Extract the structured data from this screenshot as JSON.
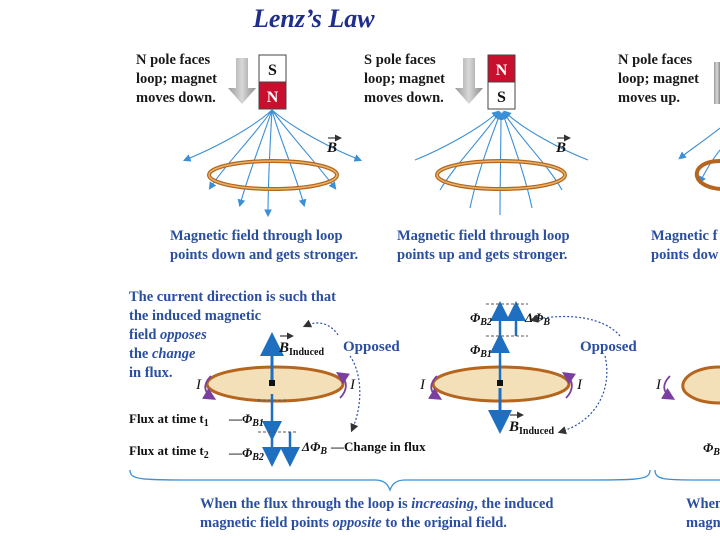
{
  "title": "Lenz’s Law",
  "cases": [
    {
      "label": "N pole faces\nloop; magnet\nmoves down.",
      "top_pole": "S",
      "bottom_pole": "N",
      "field_label": "B",
      "description": "Magnetic field through loop\npoints down and gets stronger."
    },
    {
      "label": "S pole faces\nloop; magnet\nmoves down.",
      "top_pole": "N",
      "bottom_pole": "S",
      "field_label": "B",
      "description": "Magnetic field through loop\npoints up and gets stronger."
    },
    {
      "label": "N pole faces\nloop; magnet\nmoves up.",
      "description": "Magnetic f\npoints dow"
    }
  ],
  "explanation": {
    "line1": "The current direction is such that",
    "line2": "the induced magnetic",
    "line3_pre": "field ",
    "line3_em": "opposes",
    "line4_pre": "the ",
    "line4_em": "change",
    "line5": "in flux."
  },
  "flux_labels": {
    "time1": "Flux at time t",
    "time2": "Flux at time t",
    "sub1": "1",
    "sub2": "2",
    "phi_b1": "Φ",
    "phi_b1_sub": "B1",
    "phi_b2": "Φ",
    "phi_b2_sub": "B2",
    "delta_phi": "ΔΦ",
    "delta_phi_sub": "B",
    "change_in_flux": "Change in flux",
    "b_induced": "B",
    "b_induced_sub": "Induced",
    "opposed": "Opposed",
    "current": "I"
  },
  "right_partial": {
    "phi": "Φ",
    "sub": "B"
  },
  "bottom_note": {
    "pre": "When the flux through the loop is ",
    "em": "increasing",
    "post": ", the induced",
    "line2_pre": "magnetic field points ",
    "line2_em": "opposite",
    "line2_post": " to the original field."
  },
  "bottom_note_partial": "When\nmagn",
  "colors": {
    "title": "#1f2d8c",
    "blue_text": "#2a4fa0",
    "field_lines": "#3b8fd6",
    "magnet_red": "#c8102e",
    "loop_brown": "#b5651d",
    "loop_fill": "#f3dfb8",
    "purple": "#7a3fa0",
    "flux_arrow": "#1f6fc0"
  }
}
